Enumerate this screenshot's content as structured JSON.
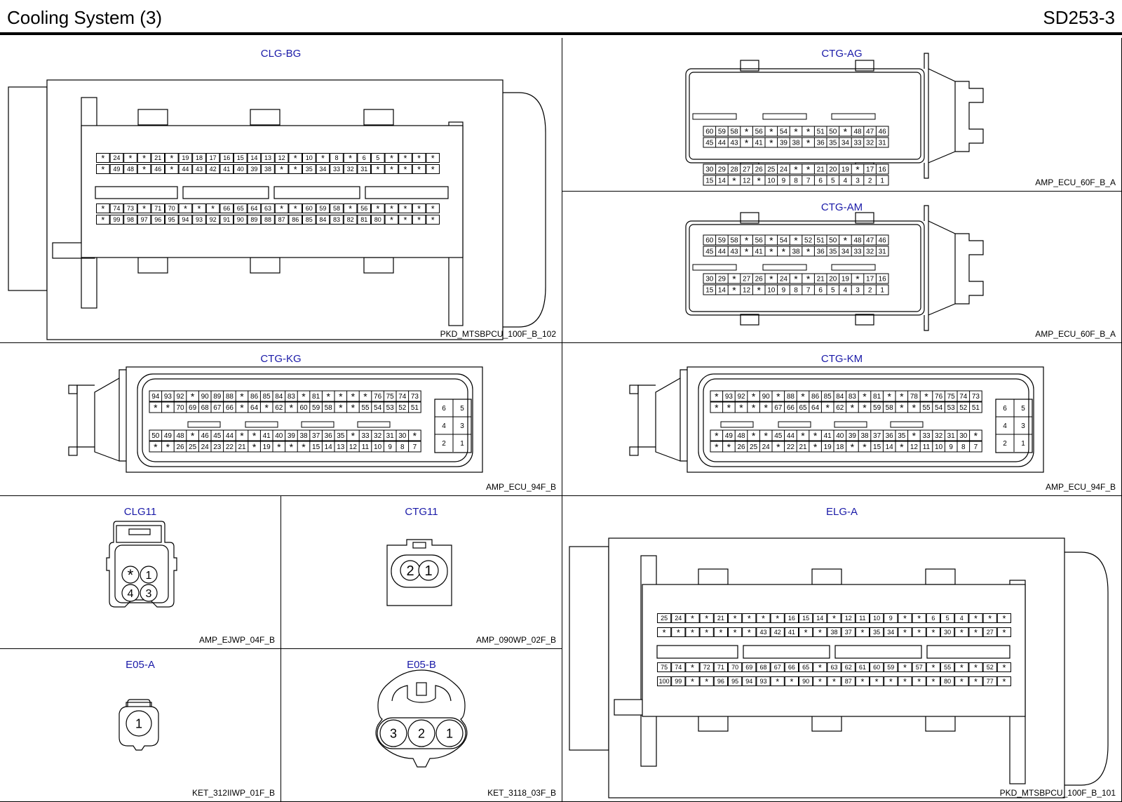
{
  "header": {
    "title": "Cooling System (3)",
    "code": "SD253-3"
  },
  "panels": [
    {
      "label": "CLG-BG",
      "code": "PKD_MTSBPCU_100F_B_102"
    },
    {
      "label": "CTG-AG",
      "code": "AMP_ECU_60F_B_A"
    },
    {
      "label": "CTG-AM",
      "code": "AMP_ECU_60F_B_A"
    },
    {
      "label": "CTG-KG",
      "code": "AMP_ECU_94F_B"
    },
    {
      "label": "CTG-KM",
      "code": "AMP_ECU_94F_B"
    },
    {
      "label": "CLG11",
      "code": "AMP_EJWP_04F_B"
    },
    {
      "label": "CTG11",
      "code": "AMP_090WP_02F_B"
    },
    {
      "label": "ELG-A",
      "code": "PKD_MTSBPCU_100F_B_101"
    },
    {
      "label": "E05-A",
      "code": "KET_312IIWP_01F_B"
    },
    {
      "label": "E05-B",
      "code": "KET_3118_03F_B"
    }
  ],
  "pins": {
    "clg_bg": [
      [
        "*",
        "24",
        "*",
        "*",
        "21",
        "*",
        "19",
        "18",
        "17",
        "16",
        "15",
        "14",
        "13",
        "12",
        "*",
        "10",
        "*",
        "8",
        "*",
        "6",
        "5",
        "*",
        "*",
        "*",
        "*"
      ],
      [
        "*",
        "49",
        "48",
        "*",
        "46",
        "*",
        "44",
        "43",
        "42",
        "41",
        "40",
        "39",
        "38",
        "*",
        "*",
        "35",
        "34",
        "33",
        "32",
        "31",
        "*",
        "*",
        "*",
        "*",
        "*"
      ],
      [
        "*",
        "74",
        "73",
        "*",
        "71",
        "70",
        "*",
        "*",
        "*",
        "66",
        "65",
        "64",
        "63",
        "*",
        "*",
        "60",
        "59",
        "58",
        "*",
        "56",
        "*",
        "*",
        "*",
        "*",
        "*"
      ],
      [
        "*",
        "99",
        "98",
        "97",
        "96",
        "95",
        "94",
        "93",
        "92",
        "91",
        "90",
        "89",
        "88",
        "87",
        "86",
        "85",
        "84",
        "83",
        "82",
        "81",
        "80",
        "*",
        "*",
        "*",
        "*"
      ]
    ],
    "ctg_ag": [
      [
        "60",
        "59",
        "58",
        "*",
        "56",
        "*",
        "54",
        "*",
        "*",
        "51",
        "50",
        "*",
        "48",
        "47",
        "46"
      ],
      [
        "45",
        "44",
        "43",
        "*",
        "41",
        "*",
        "39",
        "38",
        "*",
        "36",
        "35",
        "34",
        "33",
        "32",
        "31"
      ],
      [
        "30",
        "29",
        "28",
        "27",
        "26",
        "25",
        "24",
        "*",
        "*",
        "21",
        "20",
        "19",
        "*",
        "17",
        "16"
      ],
      [
        "15",
        "14",
        "*",
        "12",
        "*",
        "10",
        "9",
        "8",
        "7",
        "6",
        "5",
        "4",
        "3",
        "2",
        "1"
      ]
    ],
    "ctg_am": [
      [
        "60",
        "59",
        "58",
        "*",
        "56",
        "*",
        "54",
        "*",
        "52",
        "51",
        "50",
        "*",
        "48",
        "47",
        "46"
      ],
      [
        "45",
        "44",
        "43",
        "*",
        "41",
        "*",
        "*",
        "38",
        "*",
        "36",
        "35",
        "34",
        "33",
        "32",
        "31"
      ],
      [
        "30",
        "29",
        "*",
        "27",
        "26",
        "*",
        "24",
        "*",
        "*",
        "21",
        "20",
        "19",
        "*",
        "17",
        "16"
      ],
      [
        "15",
        "14",
        "*",
        "12",
        "*",
        "10",
        "9",
        "8",
        "7",
        "6",
        "5",
        "4",
        "3",
        "2",
        "1"
      ]
    ],
    "ctg_kg": [
      [
        "94",
        "93",
        "92",
        "*",
        "90",
        "89",
        "88",
        "*",
        "86",
        "85",
        "84",
        "83",
        "*",
        "81",
        "*",
        "*",
        "*",
        "*",
        "76",
        "75",
        "74",
        "73"
      ],
      [
        "*",
        "*",
        "70",
        "69",
        "68",
        "67",
        "66",
        "*",
        "64",
        "*",
        "62",
        "*",
        "60",
        "59",
        "58",
        "*",
        "*",
        "55",
        "54",
        "53",
        "52",
        "51"
      ],
      [
        "50",
        "49",
        "48",
        "*",
        "46",
        "45",
        "44",
        "*",
        "*",
        "41",
        "40",
        "39",
        "38",
        "37",
        "36",
        "35",
        "*",
        "33",
        "32",
        "31",
        "30",
        "*"
      ],
      [
        "*",
        "*",
        "26",
        "25",
        "24",
        "23",
        "22",
        "21",
        "*",
        "19",
        "*",
        "*",
        "*",
        "15",
        "14",
        "13",
        "12",
        "11",
        "10",
        "9",
        "8",
        "7"
      ]
    ],
    "ctg_km": [
      [
        "*",
        "93",
        "92",
        "*",
        "90",
        "*",
        "88",
        "*",
        "86",
        "85",
        "84",
        "83",
        "*",
        "81",
        "*",
        "*",
        "78",
        "*",
        "76",
        "75",
        "74",
        "73"
      ],
      [
        "*",
        "*",
        "*",
        "*",
        "*",
        "67",
        "66",
        "65",
        "64",
        "*",
        "62",
        "*",
        "*",
        "59",
        "58",
        "*",
        "*",
        "55",
        "54",
        "53",
        "52",
        "51"
      ],
      [
        "*",
        "49",
        "48",
        "*",
        "*",
        "45",
        "44",
        "*",
        "*",
        "41",
        "40",
        "39",
        "38",
        "37",
        "36",
        "35",
        "*",
        "33",
        "32",
        "31",
        "30",
        "*"
      ],
      [
        "*",
        "*",
        "26",
        "25",
        "24",
        "*",
        "22",
        "21",
        "*",
        "19",
        "18",
        "*",
        "*",
        "15",
        "14",
        "*",
        "12",
        "11",
        "10",
        "9",
        "8",
        "7"
      ]
    ],
    "side6": [
      "6",
      "5",
      "4",
      "3",
      "2",
      "1"
    ],
    "elg_a": [
      [
        "25",
        "24",
        "*",
        "*",
        "21",
        "*",
        "*",
        "*",
        "*",
        "16",
        "15",
        "14",
        "*",
        "12",
        "11",
        "10",
        "9",
        "*",
        "*",
        "6",
        "5",
        "4",
        "*",
        "*",
        "*"
      ],
      [
        "*",
        "*",
        "*",
        "*",
        "*",
        "*",
        "*",
        "43",
        "42",
        "41",
        "*",
        "*",
        "38",
        "37",
        "*",
        "35",
        "34",
        "*",
        "*",
        "*",
        "30",
        "*",
        "*",
        "27",
        "*"
      ],
      [
        "75",
        "74",
        "*",
        "72",
        "71",
        "70",
        "69",
        "68",
        "67",
        "66",
        "65",
        "*",
        "63",
        "62",
        "61",
        "60",
        "59",
        "*",
        "57",
        "*",
        "55",
        "*",
        "*",
        "52",
        "*"
      ],
      [
        "100",
        "99",
        "*",
        "*",
        "96",
        "95",
        "94",
        "93",
        "*",
        "*",
        "90",
        "*",
        "*",
        "87",
        "*",
        "*",
        "*",
        "*",
        "*",
        "*",
        "80",
        "*",
        "*",
        "77",
        "*"
      ]
    ],
    "clg11": [
      "*",
      "1",
      "4",
      "3"
    ],
    "ctg11": [
      "2",
      "1"
    ],
    "e05a": [
      "1"
    ],
    "e05b": [
      "3",
      "2",
      "1"
    ]
  }
}
